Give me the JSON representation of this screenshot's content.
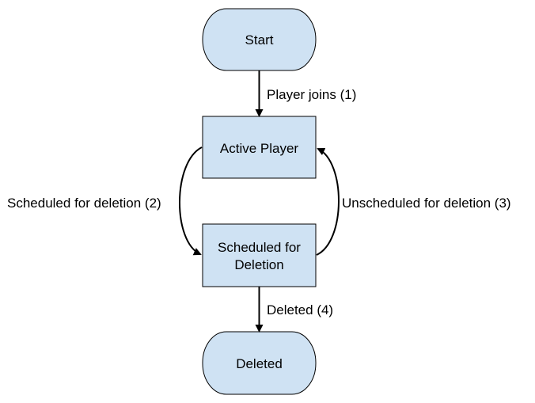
{
  "colors": {
    "node_fill": "#cfe2f3",
    "stroke": "#000000",
    "background": "#ffffff"
  },
  "nodes": {
    "start": {
      "label": "Start",
      "shape": "stadium"
    },
    "active_player": {
      "label": "Active Player",
      "shape": "rectangle"
    },
    "scheduled_for_deletion": {
      "label_line1": "Scheduled for",
      "label_line2": "Deletion",
      "shape": "rectangle"
    },
    "deleted": {
      "label": "Deleted",
      "shape": "stadium"
    }
  },
  "edges": {
    "player_joins": {
      "label": "Player joins (1)",
      "from": "Start",
      "to": "Active Player"
    },
    "scheduled": {
      "label": "Scheduled for deletion (2)",
      "from": "Active Player",
      "to": "Scheduled for Deletion"
    },
    "unscheduled": {
      "label": "Unscheduled for deletion (3)",
      "from": "Scheduled for Deletion",
      "to": "Active Player"
    },
    "deleted": {
      "label": "Deleted (4)",
      "from": "Scheduled for Deletion",
      "to": "Deleted"
    }
  }
}
